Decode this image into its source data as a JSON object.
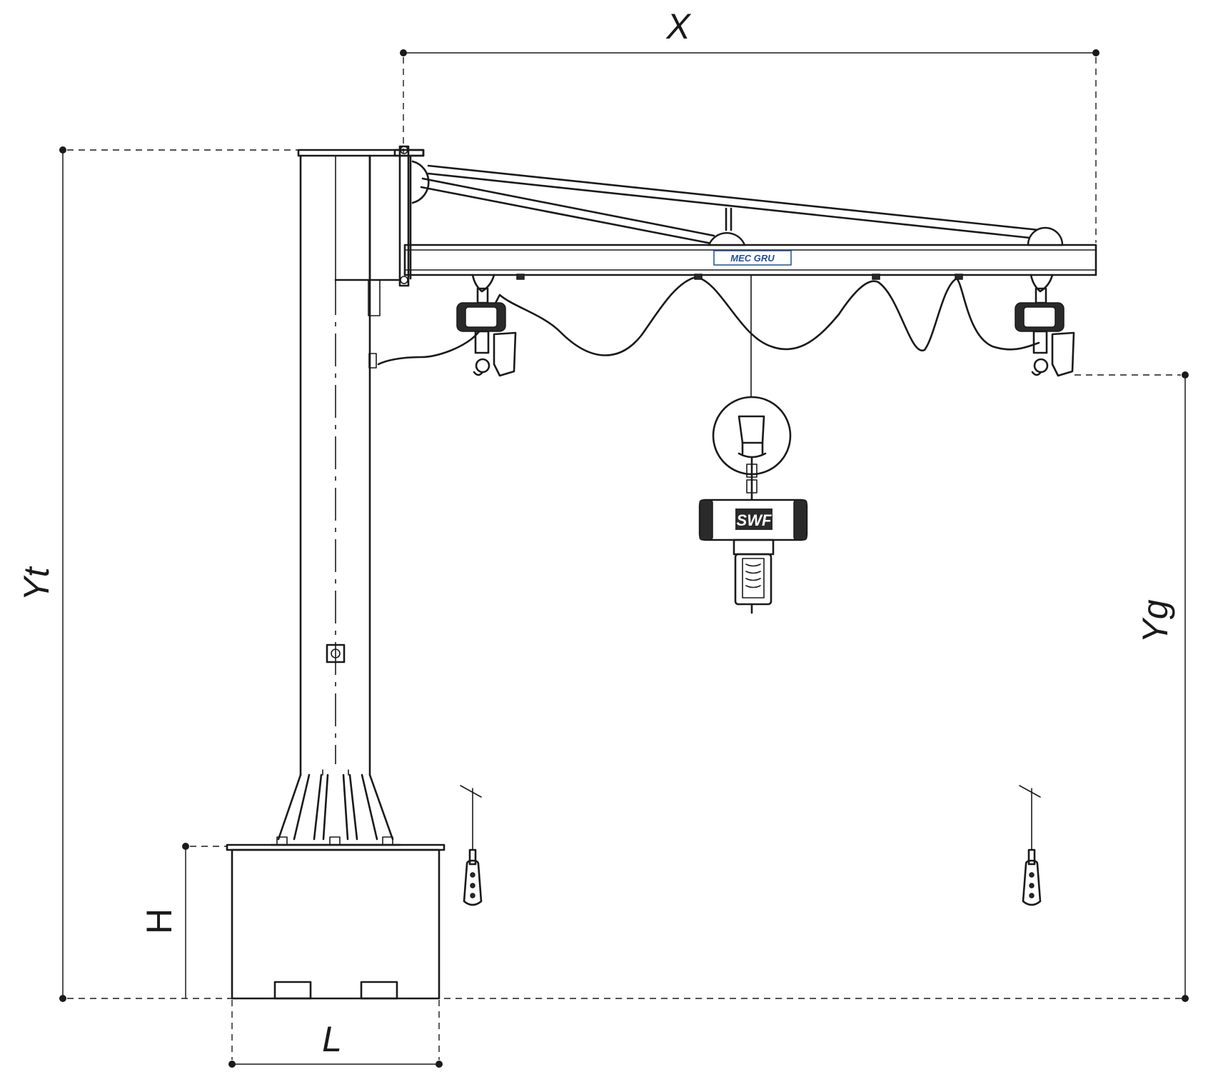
{
  "dimensions": {
    "x_label": "X",
    "yt_label": "Yt",
    "yg_label": "Yg",
    "h_label": "H",
    "l_label": "L"
  },
  "labels": {
    "beam_logo": "MEC GRU",
    "hoist_logo": "SWF"
  },
  "colors": {
    "line": "#1a1a1a",
    "logo_blue": "#1f4f9a",
    "background": "#ffffff"
  }
}
